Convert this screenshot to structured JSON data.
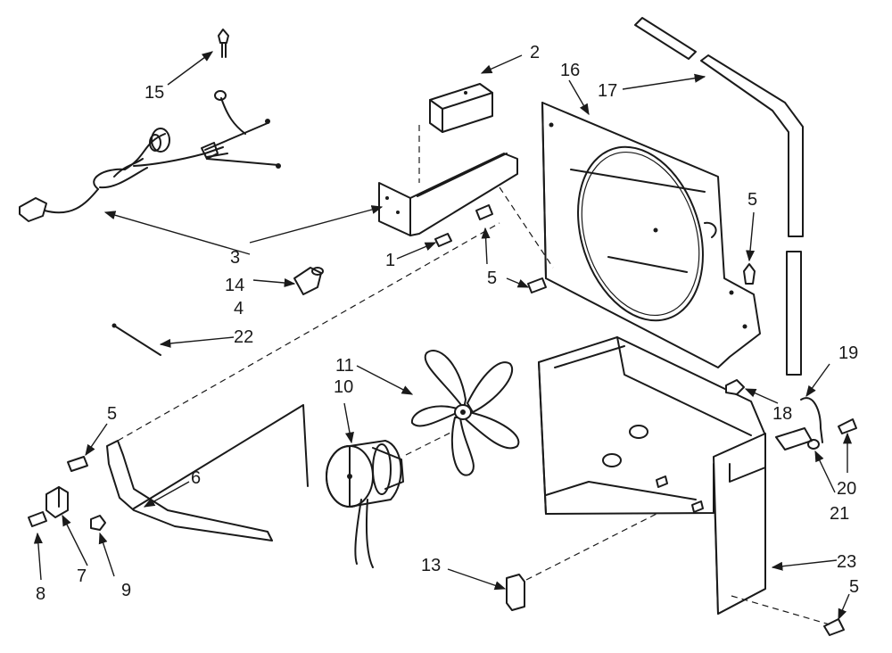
{
  "callouts": {
    "c1": "1",
    "c2": "2",
    "c3": "3",
    "c4": "4",
    "c5a": "5",
    "c5b": "5",
    "c5c": "5",
    "c5d": "5",
    "c6": "6",
    "c7": "7",
    "c8": "8",
    "c9": "9",
    "c10": "10",
    "c11": "11",
    "c13": "13",
    "c14": "14",
    "c15": "15",
    "c16": "16",
    "c17": "17",
    "c18": "18",
    "c19": "19",
    "c20": "20",
    "c21": "21",
    "c22": "22",
    "c23": "23"
  }
}
